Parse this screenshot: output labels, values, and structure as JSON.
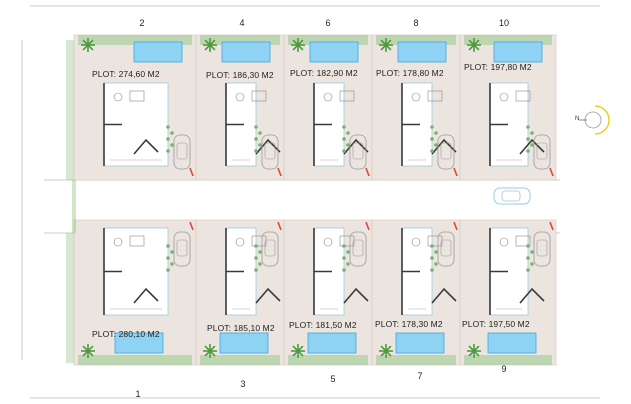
{
  "colors": {
    "plot_fill": "#ece5df",
    "garden_green": "#86c07a",
    "pool_blue": "#8fd3f4",
    "pool_edge": "#3aa7de",
    "road": "#ffffff",
    "wall": "#3a3a3a",
    "accent_red": "#e0453a",
    "north_accent": "#f2c200"
  },
  "north_marker": "N",
  "plots_top": [
    {
      "number": "2",
      "plot": "PLOT: 274,60 M2"
    },
    {
      "number": "4",
      "plot": "PLOT: 186,30 M2"
    },
    {
      "number": "6",
      "plot": "PLOT: 182,90 M2"
    },
    {
      "number": "8",
      "plot": "PLOT: 178,80 M2"
    },
    {
      "number": "10",
      "plot": "PLOT: 197,80 M2"
    }
  ],
  "plots_bottom": [
    {
      "number": "1",
      "plot": "PLOT: 280,10 M2"
    },
    {
      "number": "3",
      "plot": "PLOT: 185,10 M2"
    },
    {
      "number": "5",
      "plot": "PLOT: 181,50 M2"
    },
    {
      "number": "7",
      "plot": "PLOT: 178,30 M2"
    },
    {
      "number": "9",
      "plot": "PLOT: 197,50 M2"
    }
  ]
}
